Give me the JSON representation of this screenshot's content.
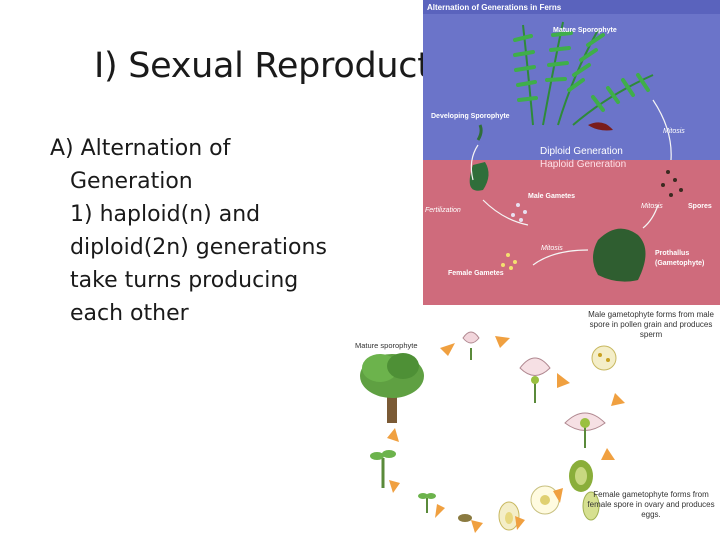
{
  "slide": {
    "title": "I) Sexual Reproduction",
    "bullets": {
      "main": "A) Alternation of Generation",
      "sub": "1) haploid(n) and diploid(2n) generations take turns producing each other"
    }
  },
  "fern_diagram": {
    "title": "Alternation of Generations in Ferns",
    "mature_sporophyte": "Mature Sporophyte",
    "developing_sporophyte": "Developing Sporophyte",
    "mitosis_top": "Mitosis",
    "diploid_generation": "Diploid Generation",
    "haploid_generation": "Haploid Generation",
    "male_gametes": "Male Gametes",
    "fertilization": "Fertilization",
    "mitosis_middle": "Mitosis",
    "spores": "Spores",
    "mitosis_bottom": "Mitosis",
    "prothallus": "Prothallus",
    "gametophyte": "(Gametophyte)",
    "female_gametes": "Female Gametes",
    "colors": {
      "diploid_bg": "#6b74c9",
      "haploid_bg": "#cf6b7c",
      "title_bar": "#5a63bd"
    }
  },
  "flower_diagram": {
    "mature_sporophyte": "Mature sporophyte",
    "male_gametophyte": "Male gametophyte forms from male spore in pollen grain and produces sperm",
    "female_gametophyte": "Female gametophyte forms from female spore in ovary and produces eggs.",
    "colors": {
      "arrow": "#f0a040"
    }
  }
}
